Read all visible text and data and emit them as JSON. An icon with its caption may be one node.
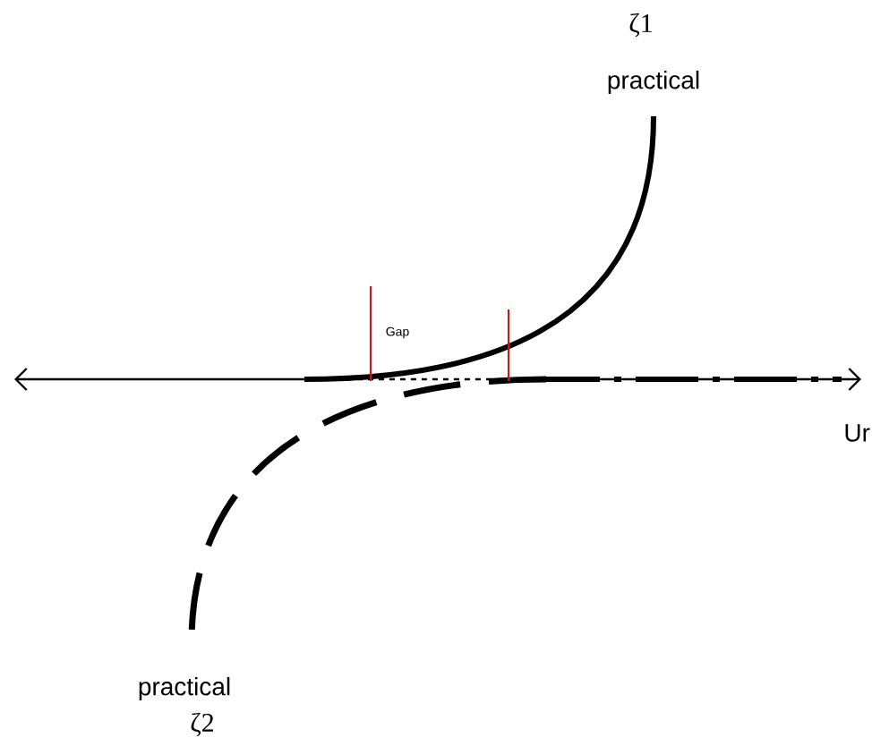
{
  "diagram": {
    "labels": [
      "ζ1",
      "practical",
      "Gap",
      "Ur",
      "practical",
      "ζ2"
    ]
  }
}
